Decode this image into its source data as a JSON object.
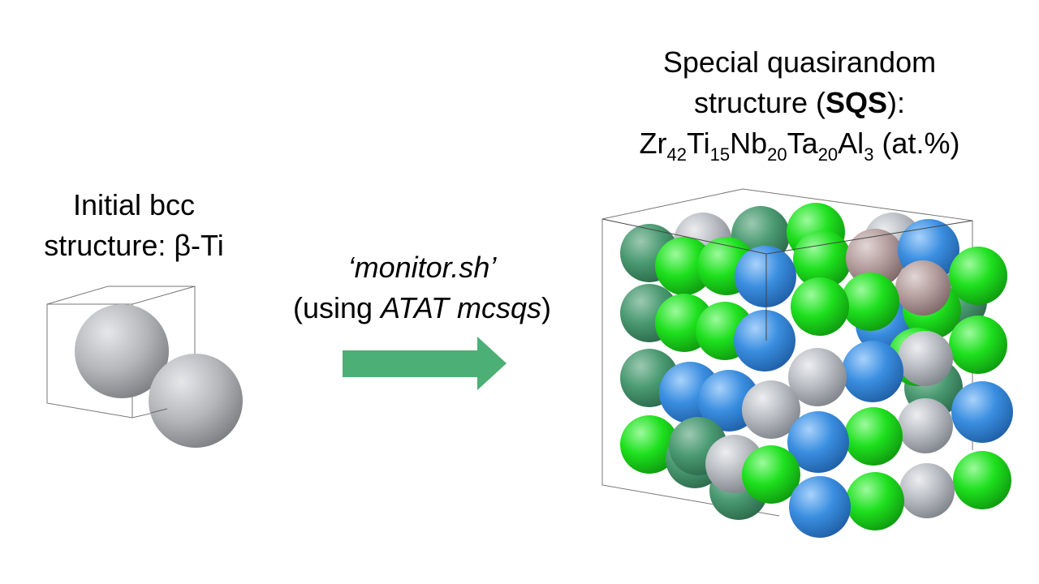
{
  "left": {
    "line1": "Initial bcc",
    "line2": "structure: β-Ti"
  },
  "arrow": {
    "script": "‘monitor.sh’",
    "using_prefix": "(using ",
    "using_tool": "ATAT mcsqs",
    "using_suffix": ")"
  },
  "right": {
    "line1": "Special quasirandom",
    "line2_prefix": "structure (",
    "line2_bold": "SQS",
    "line2_suffix": "):",
    "formula": [
      {
        "el": "Zr",
        "sub": "42"
      },
      {
        "el": "Ti",
        "sub": "15"
      },
      {
        "el": "Nb",
        "sub": "20"
      },
      {
        "el": "Ta",
        "sub": "20"
      },
      {
        "el": "Al",
        "sub": "3"
      }
    ],
    "formula_suffix": " (at.%)"
  },
  "colors": {
    "arrow": "#4caf75",
    "ti_initial": "#b4b6ba",
    "green": "#1ee01e",
    "darkgreen": "#4a9a72",
    "blue": "#3a8ee0",
    "grey": "#b8bcc2",
    "pink": "#b59e9e",
    "box": "#555555"
  }
}
